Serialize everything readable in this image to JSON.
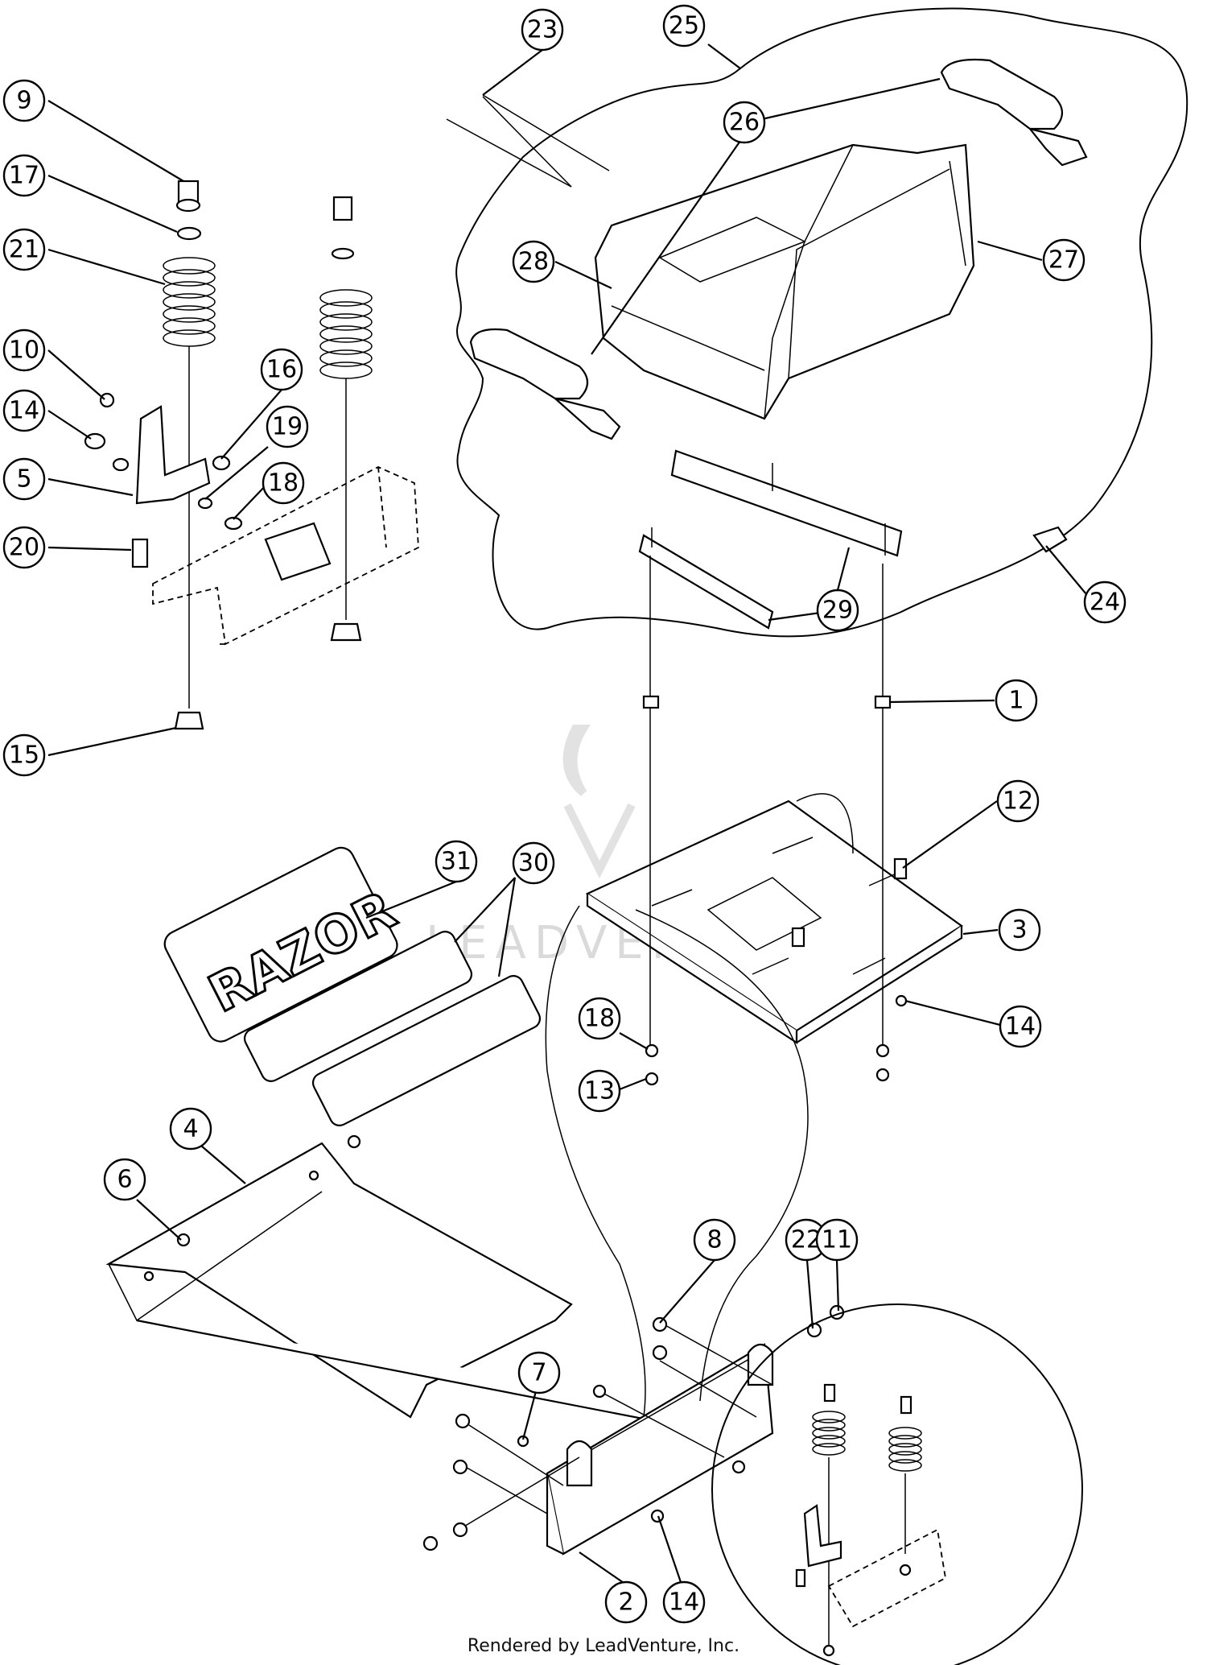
{
  "footer": {
    "text": "Rendered by LeadVenture, Inc."
  },
  "watermark": {
    "text": "LEADVENTURE"
  },
  "decal": {
    "text": "RAZOR"
  },
  "callouts": [
    "1",
    "2",
    "3",
    "4",
    "5",
    "6",
    "7",
    "8",
    "9",
    "10",
    "11",
    "12",
    "13",
    "14",
    "15",
    "16",
    "17",
    "18",
    "19",
    "20",
    "21",
    "22",
    "23",
    "24",
    "25",
    "26",
    "27",
    "28",
    "29",
    "30",
    "31"
  ]
}
